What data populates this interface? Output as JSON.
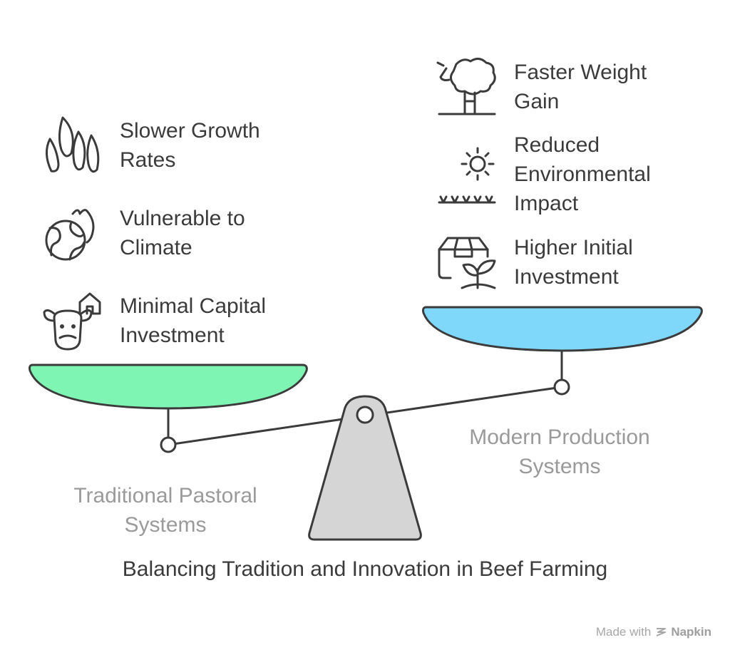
{
  "title": "Balancing Tradition and Innovation in Beef Farming",
  "left_side": {
    "caption": [
      "Traditional Pastoral",
      "Systems"
    ],
    "color": "#7ef5b3",
    "items": [
      {
        "icon": "wheat-grains-icon",
        "lines": [
          "Slower Growth",
          "Rates"
        ]
      },
      {
        "icon": "globe-fire-icon",
        "lines": [
          "Vulnerable to",
          "Climate"
        ]
      },
      {
        "icon": "cow-house-icon",
        "lines": [
          "Minimal Capital",
          "Investment"
        ]
      }
    ]
  },
  "right_side": {
    "caption": [
      "Modern Production",
      "Systems"
    ],
    "color": "#7fd8fa",
    "items": [
      {
        "icon": "sheep-icon",
        "lines": [
          "Faster Weight",
          "Gain"
        ]
      },
      {
        "icon": "sun-grass-icon",
        "lines": [
          "Reduced",
          "Environmental",
          "Impact"
        ]
      },
      {
        "icon": "box-sprout-icon",
        "lines": [
          "Higher Initial",
          "Investment"
        ]
      }
    ]
  },
  "brand": {
    "prefix": "Made with",
    "name": "Napkin"
  }
}
